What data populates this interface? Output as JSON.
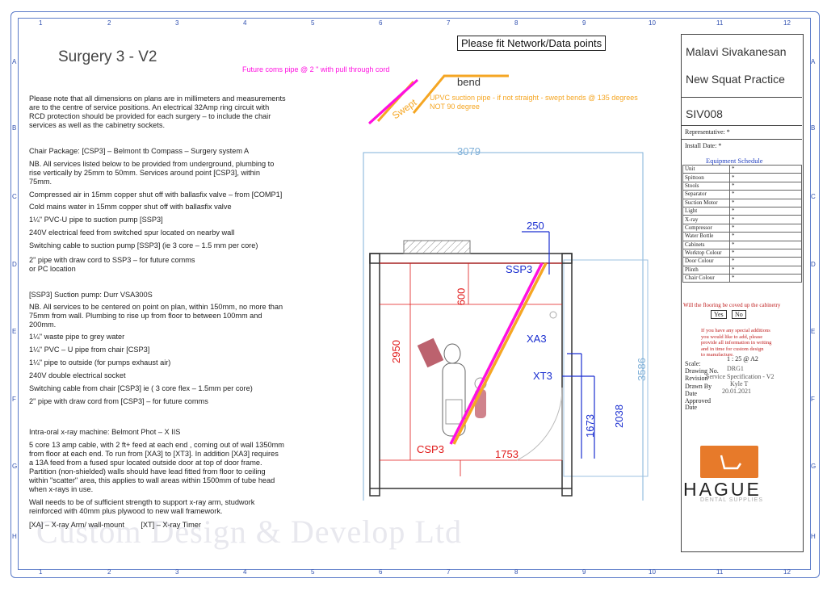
{
  "page_title": "Surgery 3 - V2",
  "top_note": "Please fit Network/Data points",
  "annotations": {
    "future_coms": "Future coms pipe @ 2 \" with pull through cord",
    "bend": "bend",
    "swept": "Swept",
    "upvc_note": "UPVC suction pipe - if not straight - swept bends @ 135 degrees\nNOT 90 degree"
  },
  "notes": {
    "intro": "Please note that all dimensions on plans are in millimeters and measurements\nare to the centre of service positions.  An electrical 32Amp ring circuit with\nRCD protection should be provided for each surgery – to include the chair\nservices as well as the cabinetry sockets.",
    "chair_package": "Chair Package: [CSP3] – Belmont tb Compass – Surgery system A",
    "chair_nb": "NB.  All services listed below to be provided from underground, plumbing to\nrise vertically by 25mm to 50mm.  Services around point [CSP3], within\n75mm.",
    "chair_items": [
      "Compressed air in 15mm copper shut off with ballasfix valve  – from [COMP1]",
      "Cold mains water in 15mm copper shut off with ballasfix valve",
      "1¼\" PVC-U pipe to suction pump [SSP3]",
      "240V electrical feed from switched spur located on nearby wall",
      "Switching cable to suction pump [SSP3] (ie 3 core – 1.5 mm per core)",
      "2\" pipe with draw cord to SSP3 – for future comms\nor PC location"
    ],
    "suction_title": "[SSP3] Suction pump:  Durr VSA300S",
    "suction_nb": "NB.  All services to be centered on point on plan, within 150mm, no more than\n75mm from wall.  Plumbing to rise up from floor to between 100mm and\n200mm.",
    "suction_items": [
      "1¼\" waste pipe to grey water",
      "1¼\" PVC – U pipe from chair [CSP3]",
      "1¼\" pipe to outside (for pumps exhaust air)",
      "240V double  electrical socket",
      "Switching cable from chair [CSP3] ie ( 3 core flex – 1.5mm per core)",
      "2\" pipe with draw cord from [CSP3] – for future comms"
    ],
    "xray_title": "Intra-oral  x-ray machine: Belmont Phot – X IIS",
    "xray_body": "5 core 13 amp cable, with 2 ft+ feed at each end , coming out of wall 1350mm\nfrom floor at each end.  To run from [XA3] to [XT3].  In addition [XA3] requires\na 13A feed from a fused spur located outside door at top of door frame.\nPartition (non-shielded) walls should have lead fitted from floor to ceiling\nwithin \"scatter\" area, this applies to wall areas within 1500mm of tube head\nwhen x-rays in use.",
    "wall_note": "Wall needs to be of sufficient strength to support x-ray arm, studwork\nreinforced with 40mm plus plywood to new wall framework.",
    "legend": "[XA] – X-ray Arm/ wall-mount        [XT] – X-ray Timer"
  },
  "plan": {
    "dims": [
      "3079",
      "250",
      "600",
      "2950",
      "3586",
      "1673",
      "2038",
      "1753"
    ],
    "labels": [
      "SSP3",
      "XA3",
      "XT3",
      "CSP3"
    ],
    "colors": {
      "magenta": "#ff10e0",
      "orange": "#f5a623",
      "blue": "#1a2ed0",
      "red": "#e01818",
      "lightblue": "#7fb0d8"
    }
  },
  "title_block": {
    "client": "Malavi Sivakanesan",
    "practice": "New Squat Practice",
    "code": "SIV008",
    "representative": "Representative:  *",
    "install_date": "Install Date:   *",
    "schedule_title": "Equipment Schedule",
    "schedule": [
      {
        "label": "Unit",
        "value": "*"
      },
      {
        "label": "Spittoon",
        "value": "*"
      },
      {
        "label": "Stools",
        "value": "*"
      },
      {
        "label": "Separator",
        "value": "*"
      },
      {
        "label": "Suction Motor",
        "value": "*"
      },
      {
        "label": "Light",
        "value": "*"
      },
      {
        "label": "X-ray",
        "value": "*"
      },
      {
        "label": "Compressor",
        "value": "*"
      },
      {
        "label": "Water Bottle",
        "value": "*"
      },
      {
        "label": "Cabinets",
        "value": "*"
      },
      {
        "label": "Worktop Colour",
        "value": "*"
      },
      {
        "label": "Door Colour",
        "value": "*"
      },
      {
        "label": "Plinth",
        "value": "*"
      },
      {
        "label": "Chair Colour",
        "value": "*"
      }
    ],
    "flooring_question": "Will the flooring be coved up the cabinetry",
    "yes": "Yes",
    "no": "No",
    "special_note": "If you have any special additions\nyou would like to add, please\nprovide all information in writing\nand in time for custom design\nto manufacture.",
    "scale_label": "Scale:",
    "scale_value": "1 : 25 @ A2",
    "drawing_no_label": "Drawing No.",
    "drawing_no": "DRG1",
    "revision_label": "Revision",
    "revision": "Service Specification - V2",
    "drawn_by_label": "Drawn By",
    "drawn_by": "Kyle T",
    "date_label": "Date",
    "date": "20.01.2021",
    "approved_label": "Approved",
    "date2_label": "Date",
    "brand": "HAGUE",
    "brand_sub": "DENTAL SUPPLIES"
  },
  "watermark": "Custom Design & Develop Ltd",
  "grid_numbers": [
    "1",
    "2",
    "3",
    "4",
    "5",
    "6",
    "7",
    "8",
    "9",
    "10",
    "11",
    "12"
  ],
  "grid_letters": [
    "A",
    "B",
    "C",
    "D",
    "E",
    "F",
    "G",
    "H"
  ]
}
